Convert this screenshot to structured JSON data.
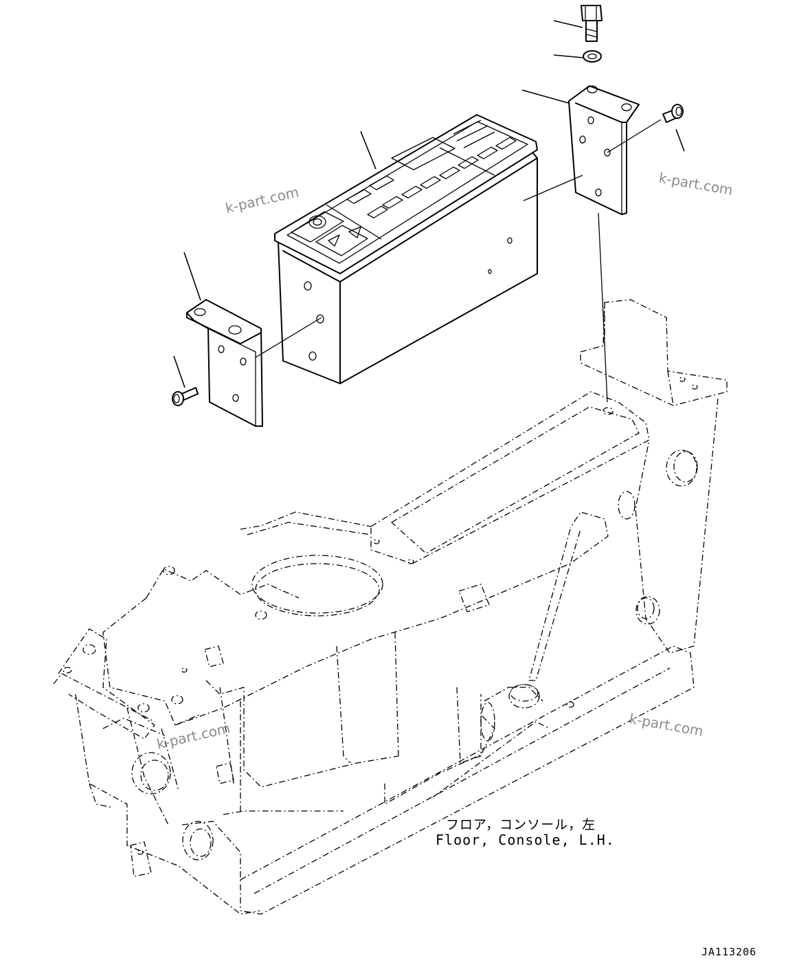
{
  "caption": {
    "japanese": "フロア，コンソール，左",
    "english": "Floor, Console, L.H."
  },
  "drawing_number": "JA113206",
  "watermarks": [
    "k-part.com",
    "k-part.com",
    "k-part.com",
    "k-part.com"
  ],
  "colors": {
    "line": "#000000",
    "background": "#ffffff",
    "watermark": "#8a8a8a"
  }
}
